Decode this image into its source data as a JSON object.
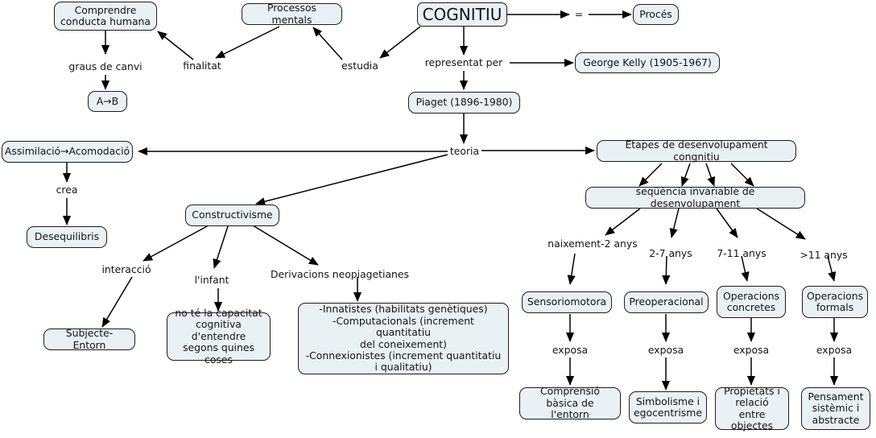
{
  "diagram": {
    "title": "COGNITIU",
    "language": "ca",
    "node_fill": "#e9f1f4",
    "node_stroke": "#1d1d1d",
    "edge_color": "#000000",
    "background": "#ffffff"
  },
  "nodes": {
    "comprendre": "Comprendre\nconducta humana",
    "ab": "A→B",
    "processos": "Processos mentals",
    "cognitiu": "COGNITIU",
    "proces": "Procés",
    "george_kelly": "George Kelly (1905-1967)",
    "piaget": "Piaget (1896-1980)",
    "assimilacio": "Assimilació→Acomodació",
    "desequilibris": "Desequilibris",
    "constructivisme": "Constructivisme",
    "subjecte_entorn": "Subjecte-Entorn",
    "no_te_capacitat": "no té la capacitat\ncognitiva d'entendre\nsegons quines coses",
    "derivacions_box": "-Innatistes (habilitats genètiques)\n-Computacionals (increment quantitatiu\ndel coneixement)\n-Connexionistes (increment quantitatiu\ni qualitatiu)",
    "etapes": "Etapes de desenvolupament congnitiu",
    "sequencia": "seqüència invariable de desenvolupament",
    "sensoriomotora": "Sensoriomotora",
    "preoperacional": "Preoperacional",
    "operacions_concretes": "Operacions\nconcretes",
    "operacions_formals": "Operacions\nformals",
    "comprensio_entorn": "Comprensió\nbàsica de l'entorn",
    "simbolisme": "Simbolisme i\negocentrisme",
    "propietats": "Propietats i\nrelació entre\nobjectes",
    "pensament": "Pensament\nsistèmic i\nabstracte"
  },
  "edge_labels": {
    "graus_de_canvi": "graus de canvi",
    "finalitat": "finalitat",
    "estudia": "estudia",
    "equals": "=",
    "representat_per": "representat per",
    "teoria": "teoria",
    "crea": "crea",
    "interaccio": "interacció",
    "linfant": "l'infant",
    "derivacions": "Derivacions neopiagetianes",
    "naixement": "naixement-2 anys",
    "dos_set": "2-7 anys",
    "set_onze": "7-11 anys",
    "mes_onze": ">11 anys",
    "exposa1": "exposa",
    "exposa2": "exposa",
    "exposa3": "exposa",
    "exposa4": "exposa"
  }
}
